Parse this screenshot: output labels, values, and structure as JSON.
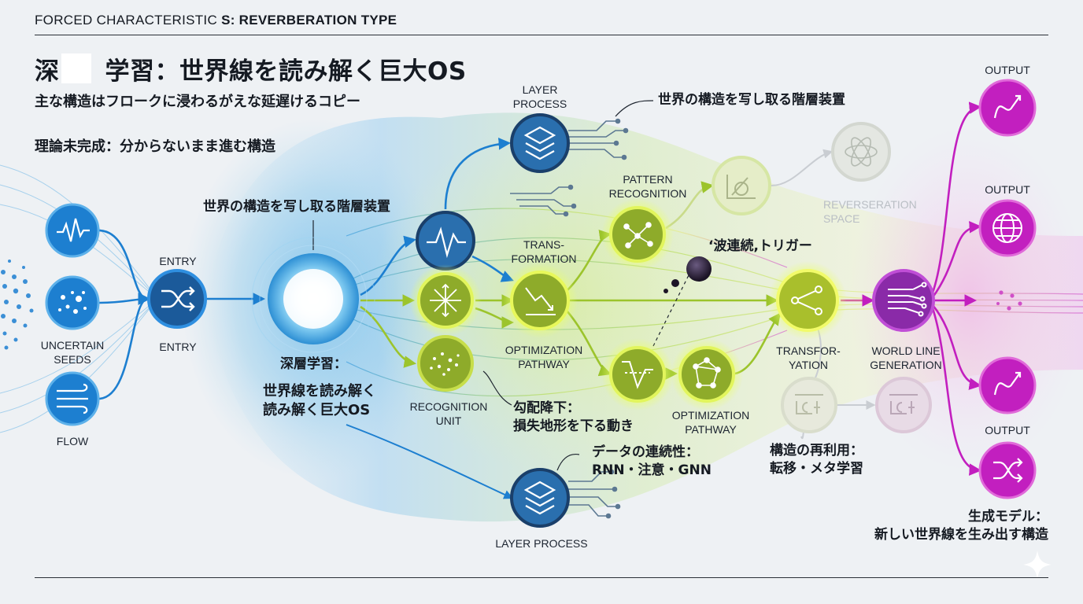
{
  "header": {
    "prefix": "FORCED CHARACTERISTIC ",
    "suffix": "S: REVERBERATION TYPE"
  },
  "title": {
    "part1": "深",
    "part2": "学習：世界線を読み解く巨大OS"
  },
  "subtitle1": "主な構造はフロークに浸わるがえな延遅けるコピー",
  "subtitle2": "理論未完成：分からないまま進む構造",
  "labels": {
    "entry_top": "ENTRY",
    "entry_bottom": "ENTRY",
    "uncertain_seeds_1": "UNCERTAIN",
    "uncertain_seeds_2": "SEEDS",
    "flow": "FLOW",
    "layer_process_top_1": "LAYER",
    "layer_process_top_2": "PROCESS",
    "pattern_recognition_1": "PATTERN",
    "pattern_recognition_2": "RECOGNITION",
    "transformation_1": "TRANS-",
    "transformation_2": "FORMATION",
    "optimization_pathway_1": "OPTIMIZATION",
    "optimization_pathway_2": "PATHWAY",
    "recognition_unit_1": "RECOGNITION",
    "recognition_unit_2": "UNIT",
    "optimization_pathway_b_1": "OPTIMIZATION",
    "optimization_pathway_b_2": "PATHWAY",
    "transfor_yation_1": "TRANSFOR-",
    "transfor_yation_2": "YATION",
    "world_line_generation_1": "WORLD LINE",
    "world_line_generation_2": "GENERATION",
    "reverberation_space_1": "REVERSERATION",
    "reverberation_space_2": "SPACE",
    "layer_process_bottom": "LAYER PROCESS",
    "output_1": "OUTPUT",
    "output_2": "OUTPUT",
    "output_3": "OUTPUT"
  },
  "annotations": {
    "world_structure_left": "世界の構造を写し取る階層装置",
    "world_structure_top": "世界の構造を写し取る階層装置",
    "deep_learning_1": "深層学習：",
    "deep_learning_2": "世界線を読み解く",
    "deep_learning_3": "読み解く巨大OS",
    "wave_trigger": "‘波連続,トリガー",
    "gradient_1": "勾配降下：",
    "gradient_2": "損失地形を下る動き",
    "data_continuity_1": "データの連続性：",
    "data_continuity_2": "RNN・注意・GNN",
    "structure_reuse_1": "構造の再利用：",
    "structure_reuse_2": "転移・メタ学習",
    "generative_1": "生成モデル：",
    "generative_2": "新しい世界線を生み出す構造"
  },
  "colors": {
    "blue": "#1d7fd0",
    "dark_blue": "#1b5a9a",
    "lime": "#9cc42c",
    "magenta": "#c21fbf",
    "purple": "#8a2aa8"
  }
}
